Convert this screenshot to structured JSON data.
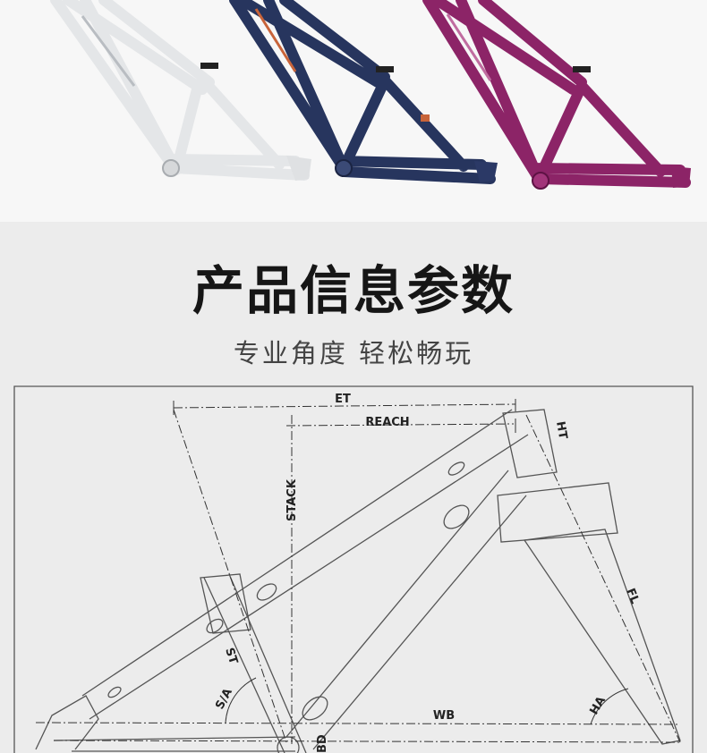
{
  "header": {
    "title": "产品信息参数",
    "subtitle": "专业角度 轻松畅玩"
  },
  "frames": [
    {
      "name": "white-frame",
      "color": "#e4e6e8",
      "shade": "#b9bdc2"
    },
    {
      "name": "blue-frame",
      "color": "#27355e",
      "shade": "#4a5a88"
    },
    {
      "name": "purple-frame",
      "color": "#8c2467",
      "shade": "#b54a90"
    }
  ],
  "diagram": {
    "labels": {
      "et": "ET",
      "reach": "REACH",
      "stack": "STACK",
      "ht": "HT",
      "fl": "FL",
      "st": "ST",
      "sa": "S/A",
      "wb": "WB",
      "ha": "HA",
      "bd": "BD"
    }
  }
}
